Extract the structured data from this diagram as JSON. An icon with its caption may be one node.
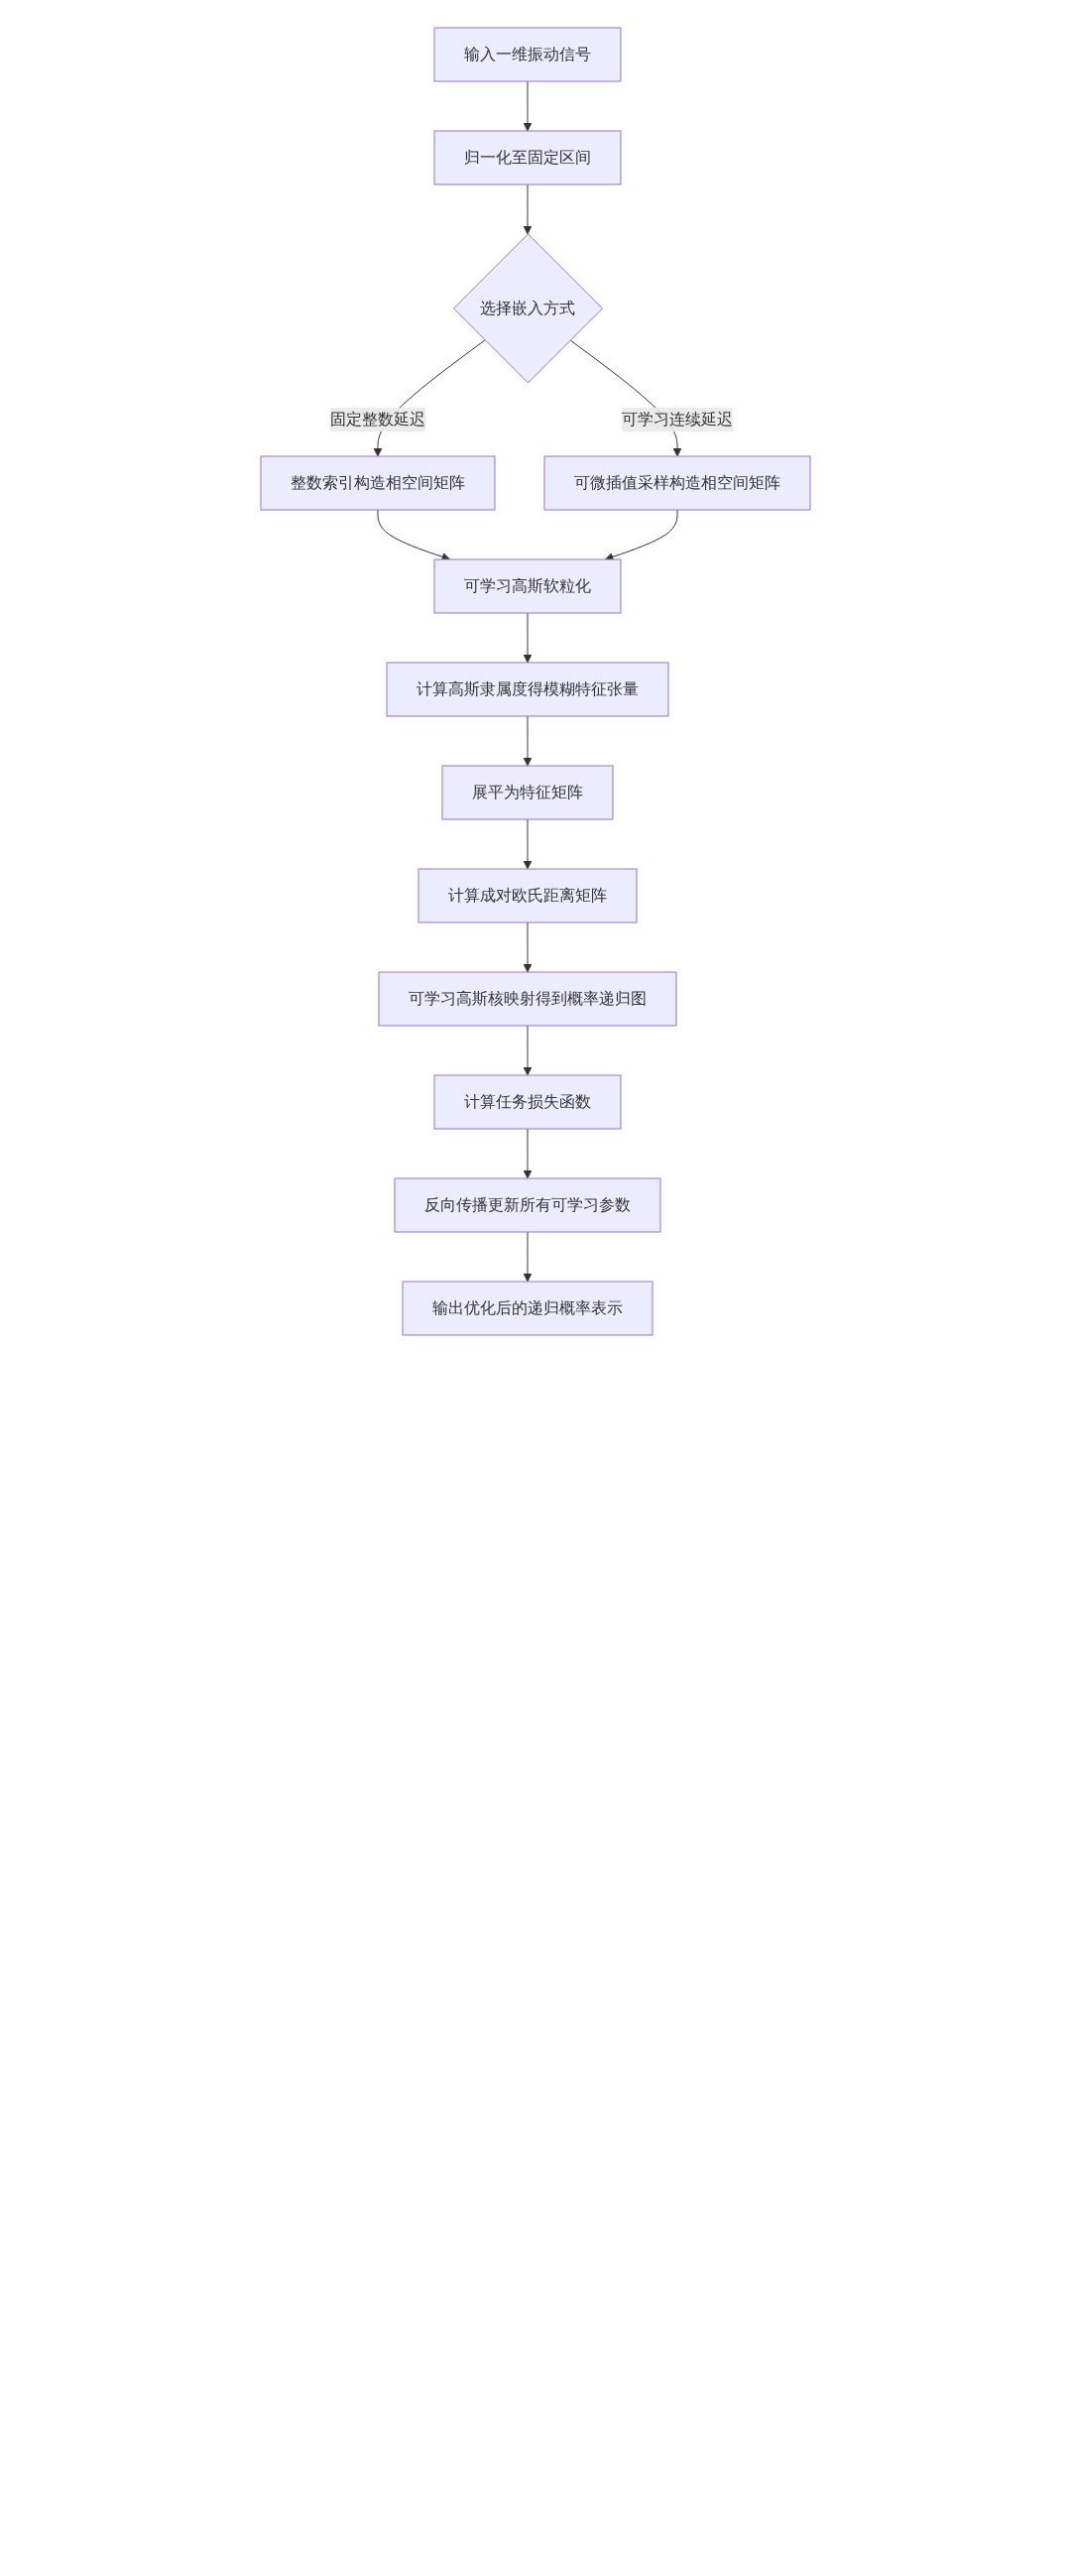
{
  "diagram": {
    "nodes": [
      {
        "text": [
          "输入一维振动信号"
        ]
      },
      {
        "text": [
          "归一化至固定区间"
        ]
      },
      {
        "text": [
          "选择嵌入方式"
        ]
      },
      {
        "text": [
          "整数索引构造相空间矩阵"
        ]
      },
      {
        "text": [
          "可微插值采样构造相空间矩阵"
        ]
      },
      {
        "text": [
          "可学习高斯软粒化"
        ]
      },
      {
        "text": [
          "计算高斯隶属度得模糊特征张量"
        ]
      },
      {
        "text": [
          "展平为特征矩阵"
        ]
      },
      {
        "text": [
          "计算成对欧氏距离矩阵"
        ]
      },
      {
        "text": [
          "可学习高斯核映射得到概率递归图"
        ]
      },
      {
        "text": [
          "计算任务损失函数"
        ]
      },
      {
        "text": [
          "反向传播更新所有可学习参数"
        ]
      },
      {
        "text": [
          "输出优化后的递归概率表示"
        ]
      }
    ],
    "edges": [
      {
        "from": 0,
        "to": 1,
        "arrow": "to"
      },
      {
        "from": 1,
        "to": 2,
        "arrow": "to"
      },
      {
        "from": 2,
        "to": 3,
        "arrow": "to",
        "label": "固定整数延迟"
      },
      {
        "from": 2,
        "to": 4,
        "arrow": "to",
        "label": "可学习连续延迟"
      },
      {
        "from": 3,
        "to": 5,
        "arrow": "to"
      },
      {
        "from": 4,
        "to": 5,
        "arrow": "to"
      },
      {
        "from": 5,
        "to": 6,
        "arrow": "to"
      },
      {
        "from": 6,
        "to": 7,
        "arrow": "to"
      },
      {
        "from": 7,
        "to": 8,
        "arrow": "to"
      },
      {
        "from": 8,
        "to": 9,
        "arrow": "to"
      },
      {
        "from": 9,
        "to": 10,
        "arrow": "to"
      },
      {
        "from": 10,
        "to": 11,
        "arrow": "to"
      },
      {
        "from": 11,
        "to": 12,
        "arrow": "to"
      }
    ]
  }
}
